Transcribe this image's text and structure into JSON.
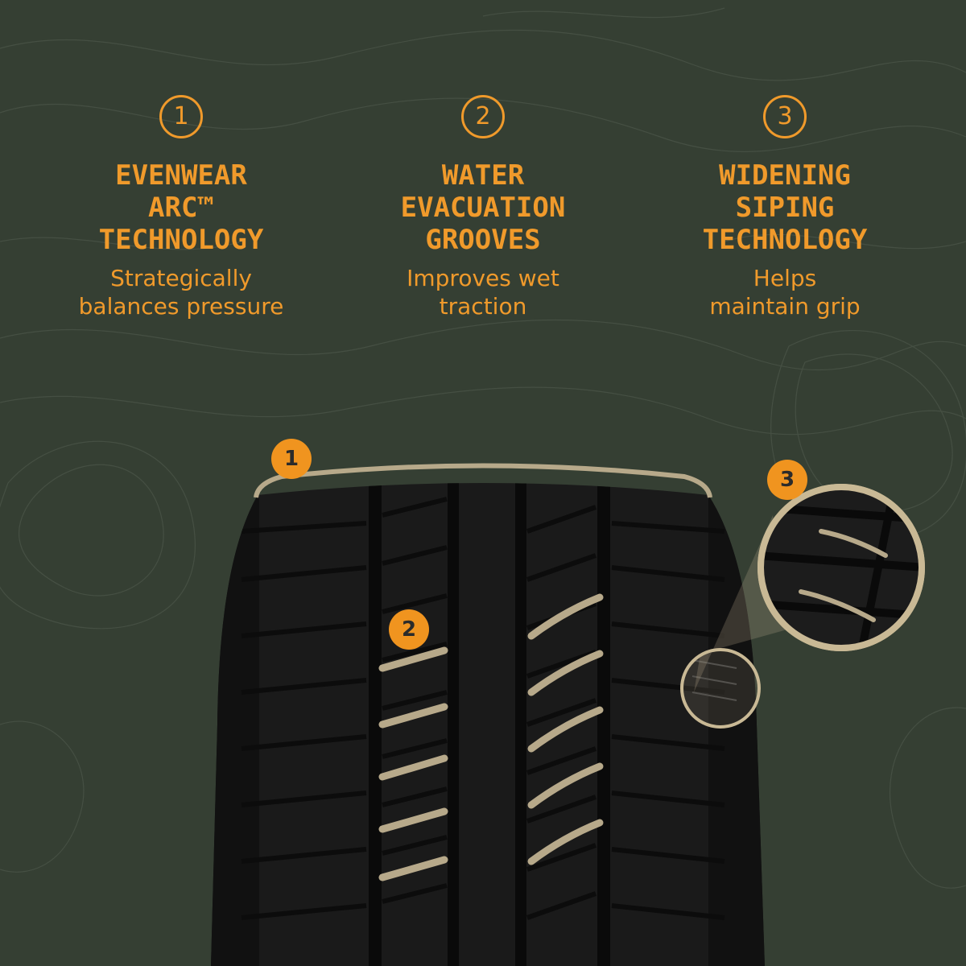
{
  "features": [
    {
      "number": "1",
      "title": "EVENWEAR\nARC™\nTECHNOLOGY",
      "description": "Strategically\nbalances pressure"
    },
    {
      "number": "2",
      "title": "WATER\nEVACUATION\nGROOVES",
      "description": "Improves wet\ntraction"
    },
    {
      "number": "3",
      "title": "WIDENING\nSIPING\nTECHNOLOGY",
      "description": "Helps\nmaintain grip"
    }
  ],
  "callouts": {
    "arc": "1",
    "grooves": "2",
    "siping": "3"
  },
  "colors": {
    "background": "#353f33",
    "accent": "#f09a2b",
    "tan": "#b7a98a",
    "tire": "#1b1b1b"
  }
}
